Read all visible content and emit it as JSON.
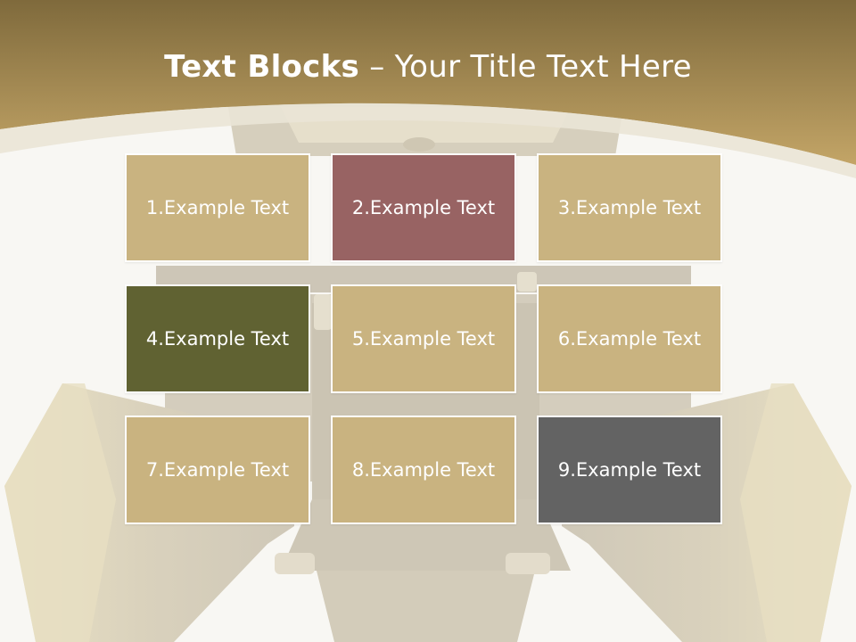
{
  "slide": {
    "title_strong": "Text Blocks",
    "title_separator": " – ",
    "title_light": "Your Title Text Here"
  },
  "colors": {
    "header_top": "#7f6a3c",
    "header_bottom": "#c3a567",
    "tile_tan": "#c9b380",
    "tile_rose": "#986363",
    "tile_olive": "#606232",
    "tile_gray": "#636363"
  },
  "blocks": [
    {
      "label": "1.Example Text",
      "color": "#c9b380"
    },
    {
      "label": "2.Example Text",
      "color": "#986363"
    },
    {
      "label": "3.Example Text",
      "color": "#c9b380"
    },
    {
      "label": "4.Example Text",
      "color": "#606232"
    },
    {
      "label": "5.Example Text",
      "color": "#c9b380"
    },
    {
      "label": "6.Example Text",
      "color": "#c9b380"
    },
    {
      "label": "7.Example Text",
      "color": "#c9b380"
    },
    {
      "label": "8.Example Text",
      "color": "#c9b380"
    },
    {
      "label": "9.Example Text",
      "color": "#636363"
    }
  ]
}
